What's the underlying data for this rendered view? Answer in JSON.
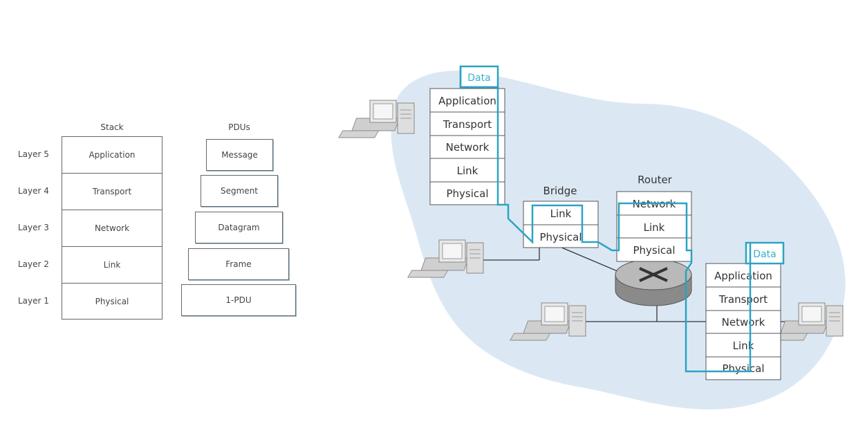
{
  "stack": {
    "header": "Stack",
    "layers": [
      {
        "label": "Layer 5",
        "name": "Application"
      },
      {
        "label": "Layer 4",
        "name": "Transport"
      },
      {
        "label": "Layer 3",
        "name": "Network"
      },
      {
        "label": "Layer 2",
        "name": "Link"
      },
      {
        "label": "Layer 1",
        "name": "Physical"
      }
    ]
  },
  "pdus": {
    "header": "PDUs",
    "items": [
      "Message",
      "Segment",
      "Datagram",
      "Frame",
      "1-PDU"
    ]
  },
  "network": {
    "source_host": {
      "data": "Data",
      "layers": [
        "Application",
        "Transport",
        "Network",
        "Link",
        "Physical"
      ]
    },
    "bridge": {
      "title": "Bridge",
      "layers": [
        "Link",
        "Physical"
      ]
    },
    "router": {
      "title": "Router",
      "layers": [
        "Network",
        "Link",
        "Physical"
      ]
    },
    "dest_host": {
      "data": "Data",
      "layers": [
        "Application",
        "Transport",
        "Network",
        "Link",
        "Physical"
      ]
    }
  },
  "colors": {
    "cloud": "#dbe8f4",
    "path": "#2ba3c2",
    "box_border": "#555555",
    "data_text": "#35b0cc"
  }
}
